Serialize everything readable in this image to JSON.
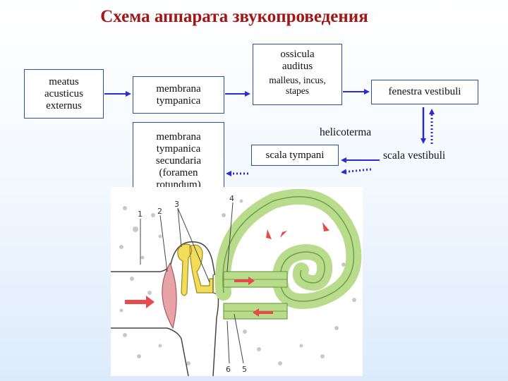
{
  "title": "Схема аппарата звукопроведения",
  "boxes": {
    "meatus": "meatus acusticus externus",
    "membrana_tympanica": "membrana tympanica",
    "ossicula_title": "ossicula auditus",
    "ossicula_sub": "malleus, incus, stapes",
    "fenestra": "fenestra vestibuli",
    "secundaria": "membrana tympanica secundaria (foramen rotundum)",
    "scala_tympani": "scala tympani"
  },
  "labels": {
    "helicoterma": "helicoterma",
    "scala_vestibuli": "scala vestibuli"
  },
  "figure_numbers": [
    "1",
    "2",
    "3",
    "4",
    "5",
    "6"
  ],
  "colors": {
    "title": "#a31616",
    "box_border": "#2a4f9e",
    "arrow": "#2b2bd6",
    "cochlea_fill": "#b9dc8c",
    "cochlea_stroke": "#6fa046",
    "ossicle": "#f2dd5a",
    "eardrum": "#e7a3a6",
    "sound_arrow": "#e64a4a"
  }
}
